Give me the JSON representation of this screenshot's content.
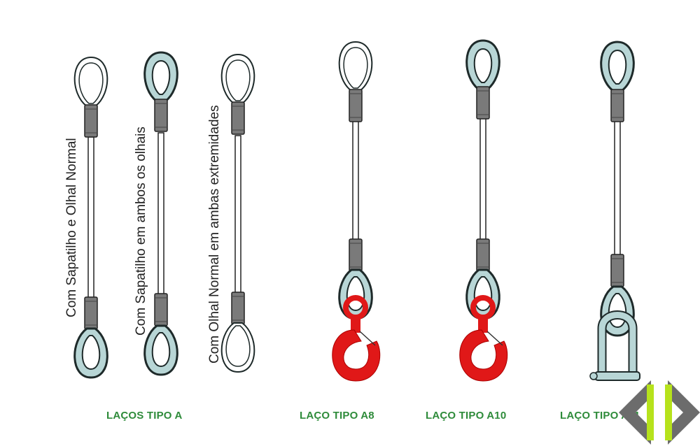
{
  "colors": {
    "caption": "#2e8b3a",
    "thimble": "#b8d6d6",
    "outline": "#1e2a2a",
    "ferrule": "#7a7a7a",
    "hook": "#e01818",
    "shackle": "#b8d6d6",
    "nav_dark": "#6c6c6c",
    "nav_accent": "#b6e21c"
  },
  "slings": [
    {
      "label": "Com Sapatilho e Olhal Normal"
    },
    {
      "label": "Com Sapatilho em ambos os olhais"
    },
    {
      "label": "Com Olhal Normal em ambas extremidades"
    }
  ],
  "captions": {
    "tipo_a": "LAÇOS TIPO A",
    "tipo_a8": "LAÇO  TIPO A8",
    "tipo_a10": "LAÇO TIPO A10",
    "tipo_a11": "LAÇO TIPO A11"
  },
  "nav": {
    "prev_icon": "chevron-left-icon",
    "next_icon": "chevron-right-icon"
  }
}
